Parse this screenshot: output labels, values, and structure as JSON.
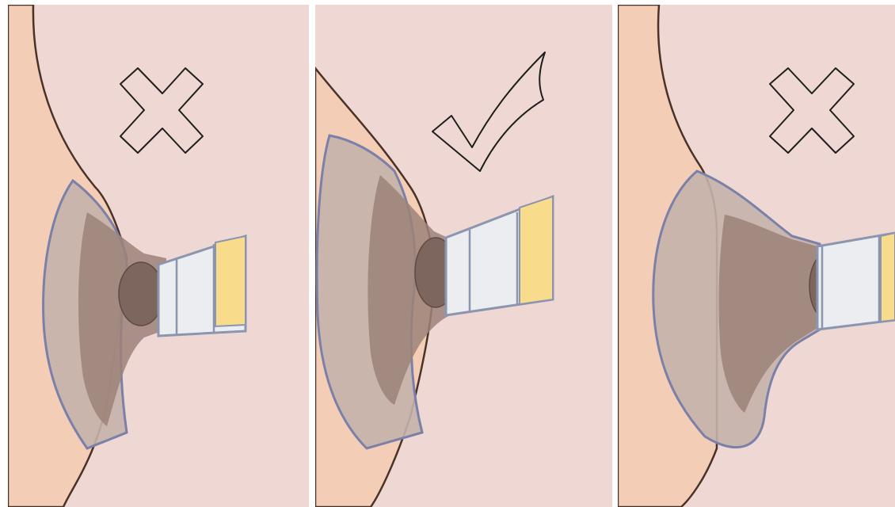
{
  "colors": {
    "background": "#efd8d3",
    "skin": "#f3cdb6",
    "skin_outline": "#4a3326",
    "flange_fill": "#c4b2ab",
    "flange_outline": "#7b80a8",
    "funnel_fill": "#9c8379",
    "nipple_fill": "#7d665e",
    "tube_fill": "#ecedf1",
    "tube_outline": "#8c95b0",
    "milk_fill": "#f8dc8c",
    "symbol_stroke": "#1e1e1e"
  },
  "panels": [
    {
      "fit": "too-small",
      "symbol": "cross-icon"
    },
    {
      "fit": "correct",
      "symbol": "check-icon"
    },
    {
      "fit": "too-large",
      "symbol": "cross-icon"
    }
  ]
}
